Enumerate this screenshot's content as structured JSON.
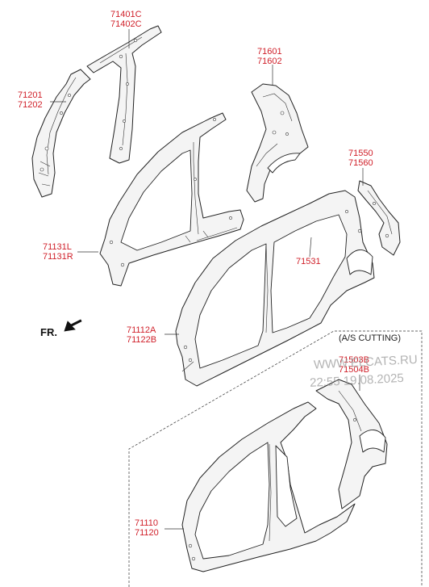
{
  "labels": {
    "pillar_center": [
      "71401C",
      "71402C"
    ],
    "pillar_front": [
      "71201",
      "71202"
    ],
    "quarter_inner": [
      "71601",
      "71602"
    ],
    "rear_extension": [
      "71550",
      "71560"
    ],
    "side_inner": [
      "71131L",
      "71131R"
    ],
    "fuel_lid_housing": "71531",
    "side_outer": [
      "71112A",
      "71122B"
    ],
    "as_cutting_part": [
      "71503B",
      "71504B"
    ],
    "side_complete": [
      "71110",
      "71120"
    ]
  },
  "direction_marker": "FR.",
  "as_cutting_title": "(A/S CUTTING)",
  "watermark": {
    "site": "WWW.ELCATS.RU",
    "timestamp": "22:55 19.08.2025"
  },
  "colors": {
    "label": "#d0202a",
    "line": "#222222",
    "watermark": "#9a9a9a"
  }
}
